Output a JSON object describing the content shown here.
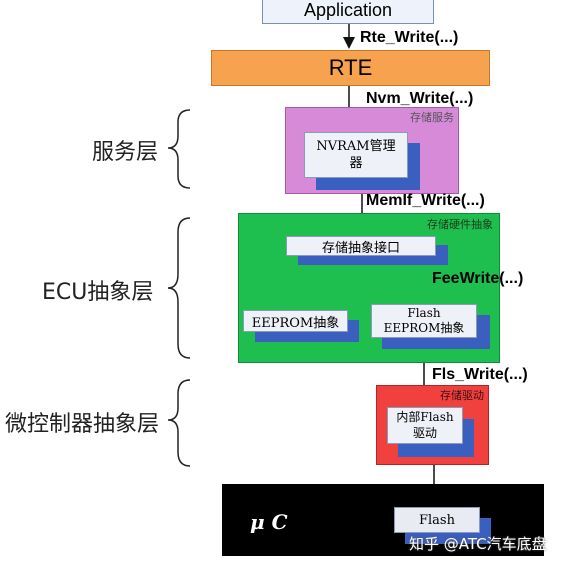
{
  "application": {
    "label": "Application"
  },
  "rte": {
    "label": "RTE",
    "color": "#f7a24e"
  },
  "apis": {
    "rte_write": "Rte_Write(...)",
    "nvm_write": "Nvm_Write(...)",
    "memif_write": "MemIf_Write(...)",
    "fee_write": "FeeWrite(...)",
    "fls_write": "Fls_Write(...)"
  },
  "layers": {
    "service": "服务层",
    "ecu_abstraction": "ECU抽象层",
    "mcu_abstraction": "微控制器抽象层"
  },
  "service_block": {
    "title": "存储服务",
    "nvram": "NVRAM管理器",
    "color": "#d68ad8"
  },
  "ecu_block": {
    "title": "存储硬件抽象",
    "memif": "存储抽象接口",
    "eeprom": "EEPROM抽象",
    "flash_eeprom_line1": "Flash",
    "flash_eeprom_line2": "EEPROM抽象",
    "color": "#1fbf4f"
  },
  "mcal_block": {
    "title": "存储驱动",
    "internal_line1": "内部Flash",
    "internal_line2": "驱动",
    "color": "#f0413f"
  },
  "uc_block": {
    "label": "μ C",
    "flash": "Flash",
    "color": "#000000"
  },
  "watermark": "知乎 @ATC汽车底盘"
}
